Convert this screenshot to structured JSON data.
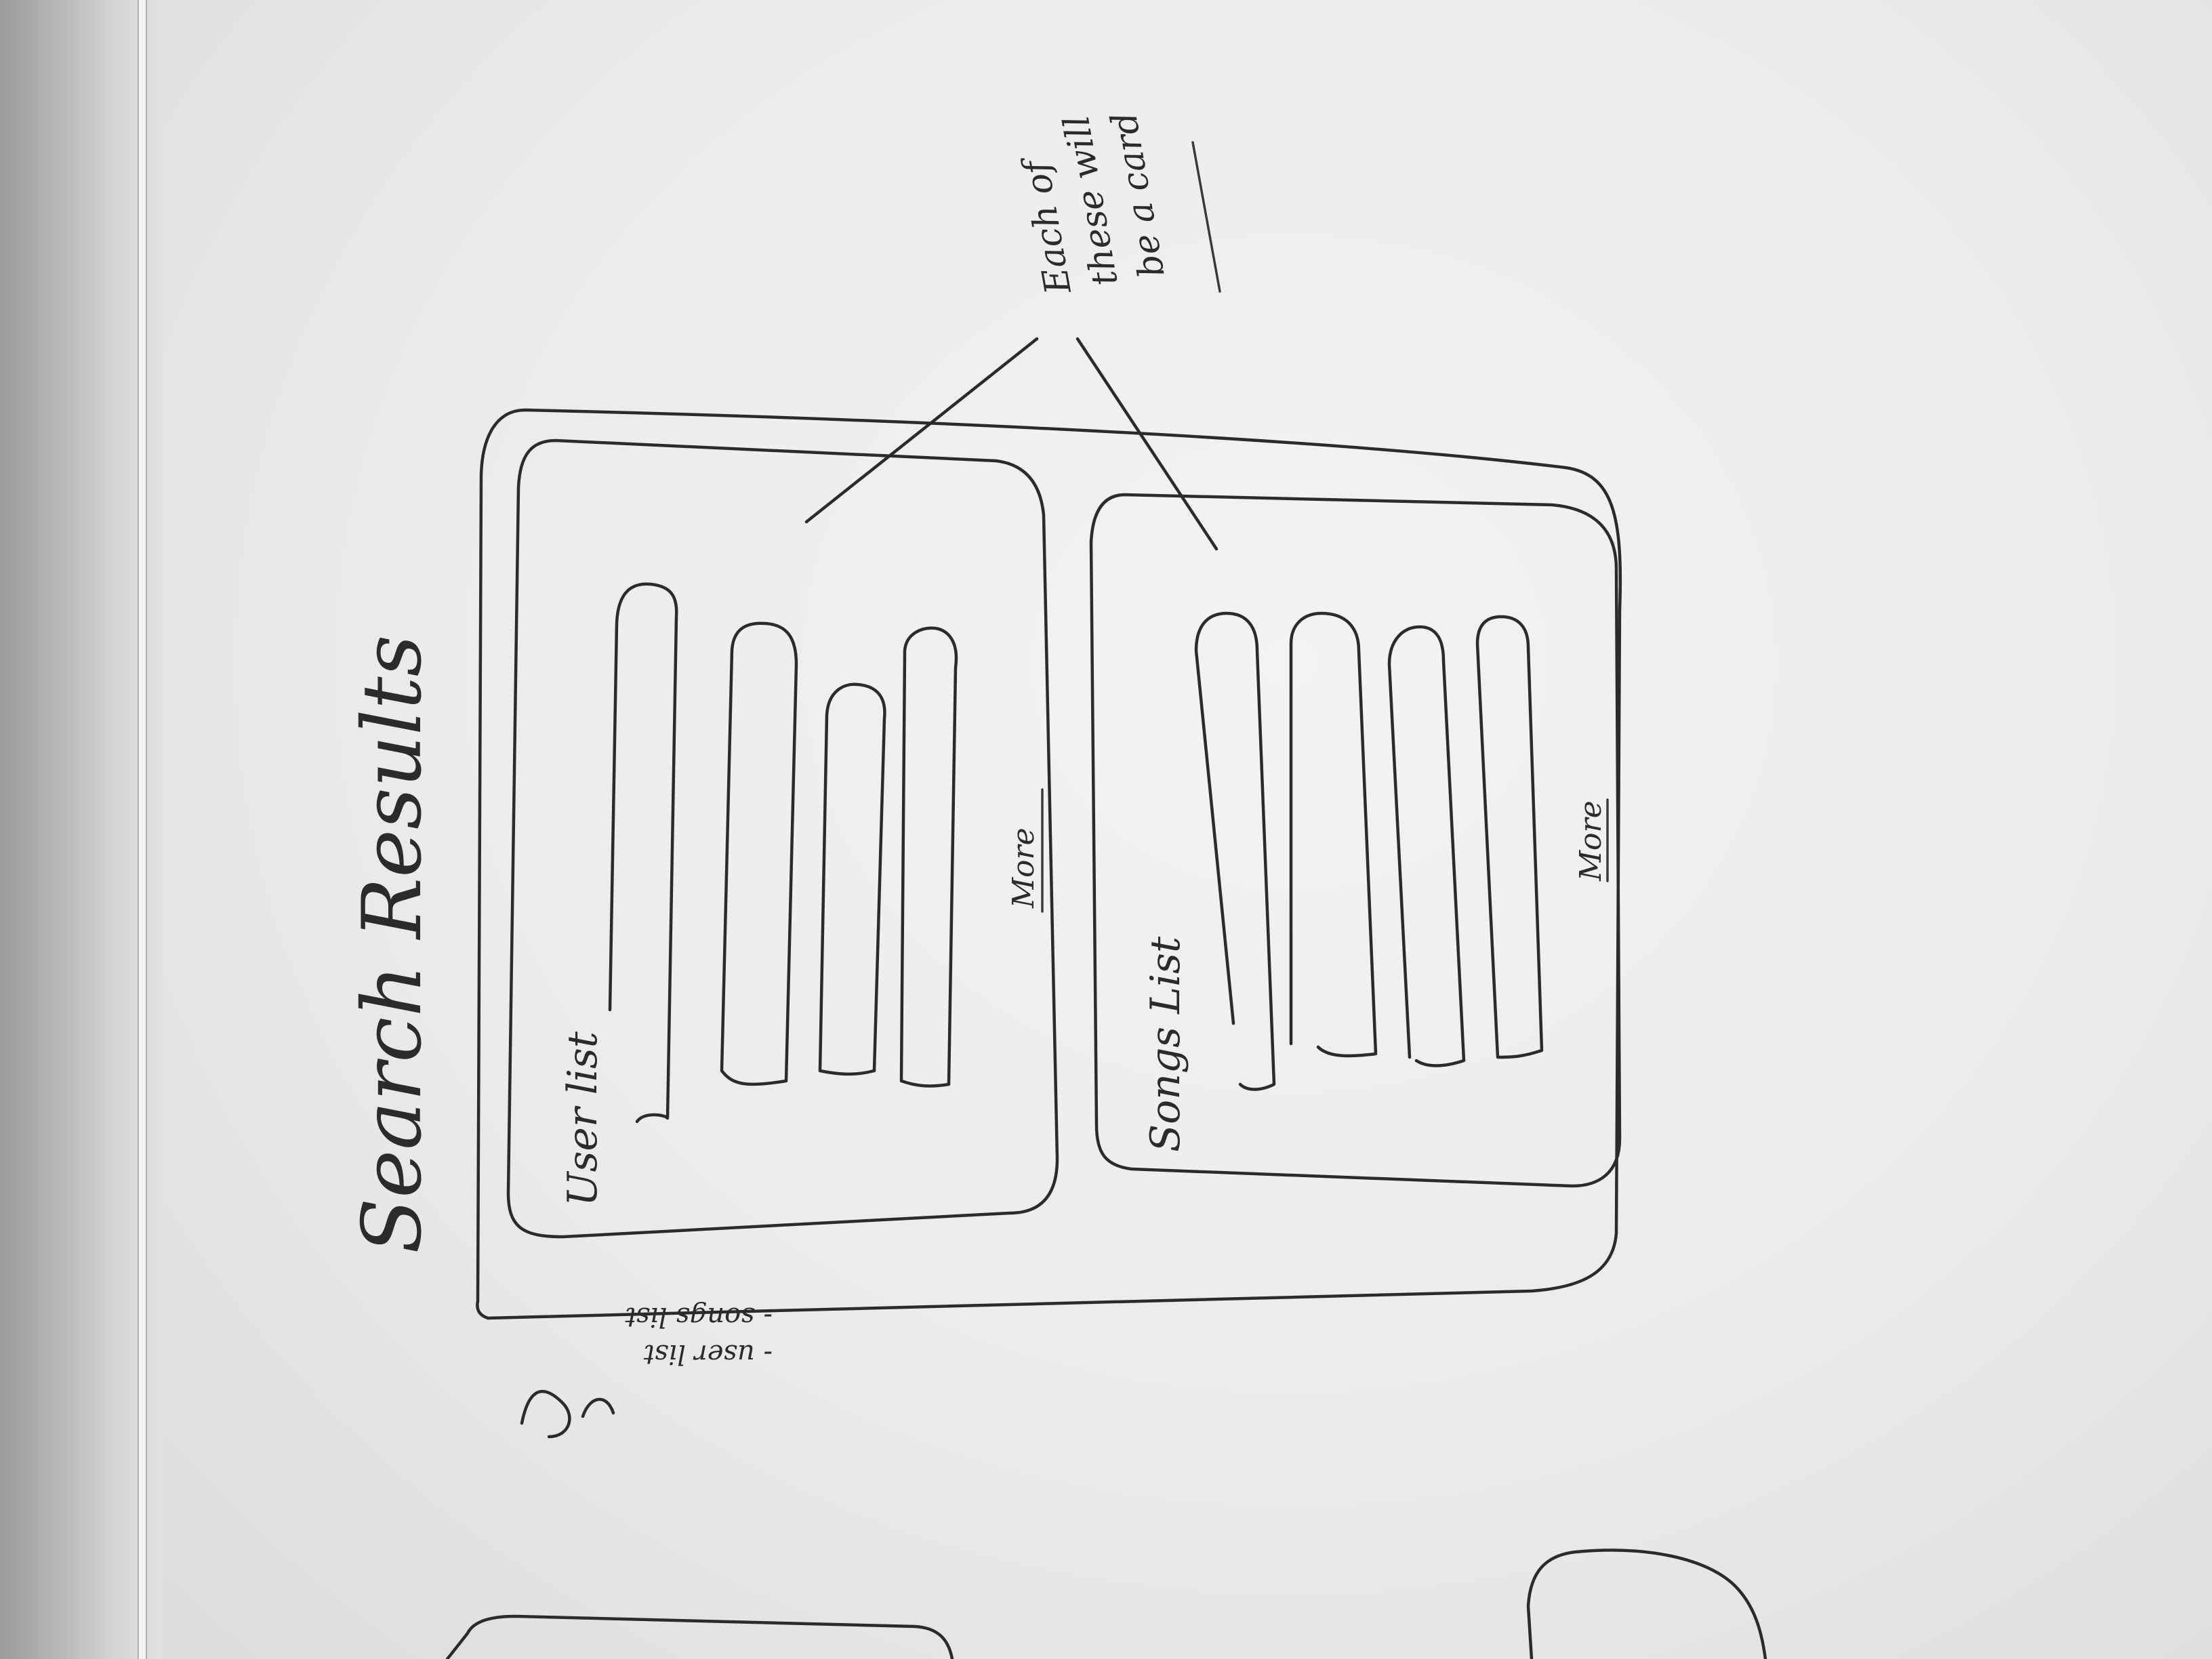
{
  "sketch": {
    "title": "Search Results",
    "user_list": {
      "label": "User list",
      "more": "More"
    },
    "songs_list": {
      "label": "Songs List",
      "more": "More"
    },
    "annotation_cards": [
      "Each of",
      "these will",
      "be a card"
    ],
    "side_note": [
      "- user list",
      "- songs list"
    ]
  },
  "palette": {
    "ink": "#2b2b2b",
    "board": "#eeeeec"
  }
}
